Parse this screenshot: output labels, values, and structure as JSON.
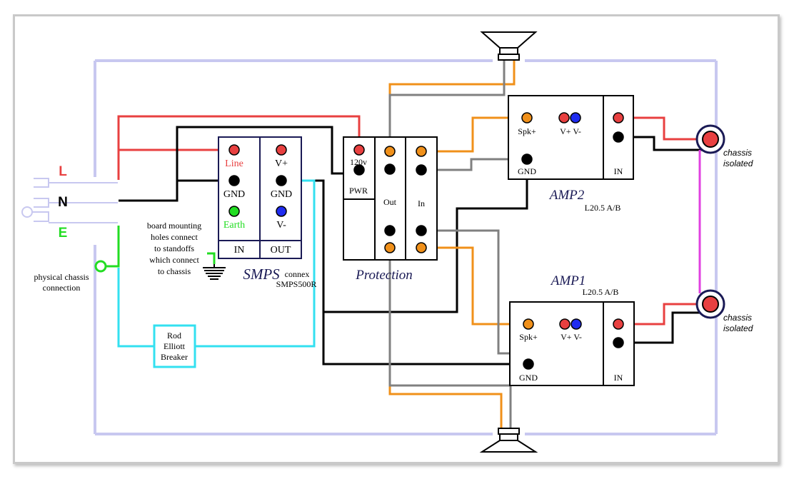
{
  "mains": {
    "line": "L",
    "neutral": "N",
    "earth": "E"
  },
  "labels": {
    "physical_chassis": [
      "physical chassis",
      "connection"
    ],
    "board_mounting": [
      "board mounting",
      "holes connect",
      "to standoffs",
      "which connect",
      "to chassis"
    ],
    "breaker": [
      "Rod",
      "Elliott",
      "Breaker"
    ],
    "chassis_isolated": [
      "chassis",
      "isolated"
    ]
  },
  "smps": {
    "title": "SMPS",
    "subtitle": [
      "connex",
      "SMPS500R"
    ],
    "line": "Line",
    "gnd_in": "GND",
    "earth": "Earth",
    "vplus": "V+",
    "gnd_out": "GND",
    "vminus": "V-",
    "in": "IN",
    "out": "OUT"
  },
  "protection": {
    "title": "Protection",
    "v120": "120v",
    "pwr": "PWR",
    "out": "Out",
    "in": "In"
  },
  "amp2": {
    "title": "AMP2",
    "model": "L20.5 A/B",
    "spk": "Spk+",
    "vpm": "V+ V-",
    "gnd": "GND",
    "in": "IN"
  },
  "amp1": {
    "title": "AMP1",
    "model": "L20.5 A/B",
    "spk": "Spk+",
    "vpm": "V+ V-",
    "gnd": "GND",
    "in": "IN"
  },
  "colors": {
    "red": "#e84040",
    "black": "#000000",
    "orange": "#f0901a",
    "gray": "#808080",
    "cyan": "#33e0f0",
    "green": "#22dd22",
    "magenta": "#e040e0",
    "chassis": "#c8c8f0",
    "blue": "#1f2cf0",
    "navy": "#1a1a55",
    "earth_text": "#22dd22",
    "line_text": "#e84040"
  }
}
